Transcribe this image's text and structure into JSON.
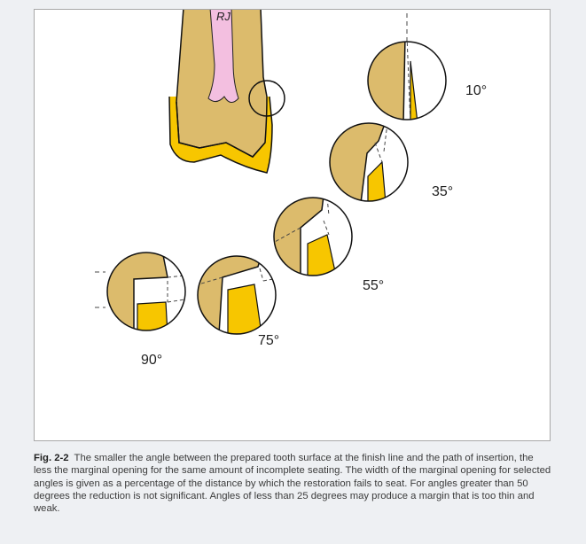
{
  "figure": {
    "signature": "RJ",
    "angle_labels": [
      "10°",
      "35°",
      "55°",
      "75°",
      "90°"
    ],
    "colors": {
      "tooth": "#dcbb6c",
      "pulp": "#f3bfe0",
      "restoration": "#f7c600",
      "outline": "#111111",
      "panel_background": "#ffffff",
      "page_background": "#eef0f3"
    }
  },
  "caption": {
    "number": "Fig. 2-2",
    "text": "The smaller the angle between the prepared tooth surface at the finish line and the path of insertion, the less the marginal opening for the same amount of incomplete seating. The width of the marginal opening for selected angles is given as a percentage of the distance by which the restoration fails to seat. For angles greater than 50 degrees the reduction is not significant. Angles of less than 25 degrees may produce a margin that is too thin and weak."
  }
}
